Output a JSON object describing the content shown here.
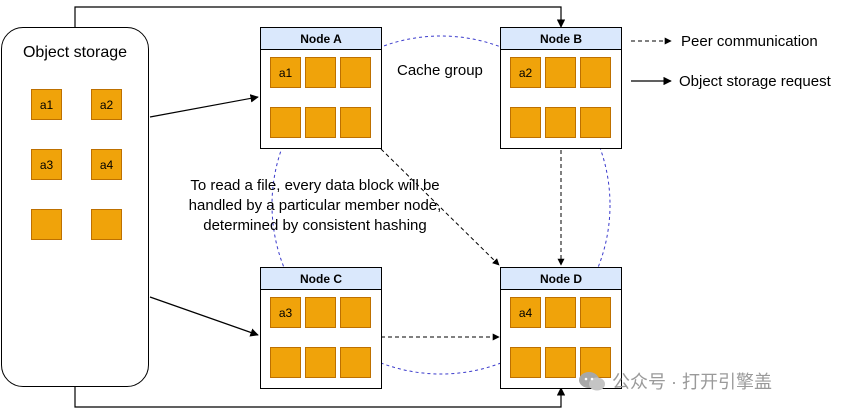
{
  "storage": {
    "title": "Object storage",
    "blocks": [
      "a1",
      "a2",
      "a3",
      "a4",
      "",
      ""
    ]
  },
  "cache_group_label": "Cache group",
  "note_lines": [
    "To read a file, every data block will be",
    "handled by a particular member node,",
    "determined by consistent hashing"
  ],
  "nodes": [
    {
      "id": "A",
      "title": "Node A",
      "block": "a1"
    },
    {
      "id": "B",
      "title": "Node B",
      "block": "a2"
    },
    {
      "id": "C",
      "title": "Node C",
      "block": "a3"
    },
    {
      "id": "D",
      "title": "Node D",
      "block": "a4"
    }
  ],
  "legend": {
    "peer": "Peer communication",
    "object": "Object storage request"
  },
  "watermark": "公众号 · 打开引擎盖",
  "colors": {
    "block_fill": "#f0a30a",
    "block_border": "#bd7000",
    "node_header": "#dae8fc",
    "cache_circle": "#3b3bcc"
  }
}
